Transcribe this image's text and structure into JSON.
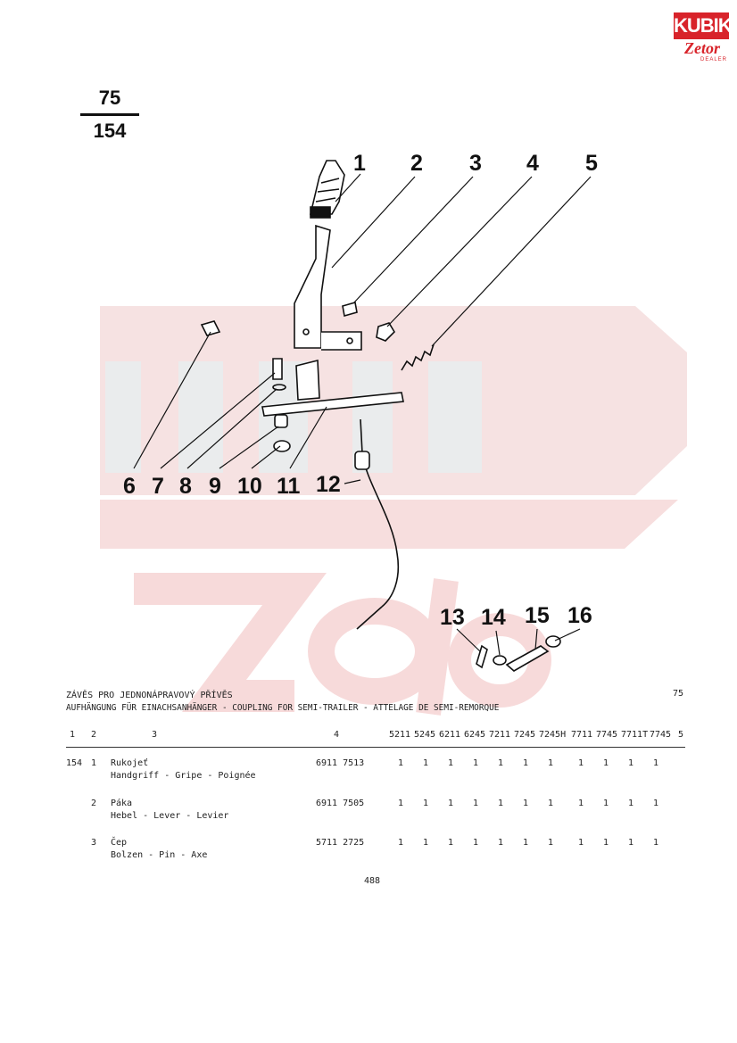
{
  "logo": {
    "brand_top": "KUBIK",
    "brand_bottom": "Zetor",
    "brand_sub": "DEALER"
  },
  "figure": {
    "number": "75",
    "page_ref": "154"
  },
  "callouts": [
    "1",
    "2",
    "3",
    "4",
    "5",
    "6",
    "7",
    "8",
    "9",
    "10",
    "11",
    "12",
    "13",
    "14",
    "15",
    "16"
  ],
  "section": {
    "title": "ZÁVĚS PRO JEDNONÁPRAVOVÝ PŘÍVĚS",
    "subtitle": "AUFHÄNGUNG FÜR EINACHSANHÄNGER - COUPLING FOR SEMI-TRAILER - ATTELAGE DE SEMI-REMORQUE",
    "figure_code": "75"
  },
  "table": {
    "columns": [
      "1",
      "2",
      "3",
      "4",
      "5211",
      "5245",
      "6211",
      "6245",
      "7211",
      "7245",
      "7245H",
      "7711",
      "7745",
      "7711T",
      "7745",
      "5"
    ],
    "rows": [
      {
        "page": "154",
        "pos": "1",
        "name": "Rukojeť",
        "name_translations": "Handgriff - Gripe - Poignée",
        "part_no": "6911 7513",
        "qty": [
          "1",
          "1",
          "1",
          "1",
          "1",
          "1",
          "1",
          "1",
          "1",
          "1",
          "1"
        ]
      },
      {
        "page": "",
        "pos": "2",
        "name": "Páka",
        "name_translations": "Hebel - Lever - Levier",
        "part_no": "6911 7505",
        "qty": [
          "1",
          "1",
          "1",
          "1",
          "1",
          "1",
          "1",
          "1",
          "1",
          "1",
          "1"
        ]
      },
      {
        "page": "",
        "pos": "3",
        "name": "Čep",
        "name_translations": "Bolzen - Pin - Axe",
        "part_no": "5711 2725",
        "qty": [
          "1",
          "1",
          "1",
          "1",
          "1",
          "1",
          "1",
          "1",
          "1",
          "1",
          "1"
        ]
      }
    ]
  },
  "page_number": "488",
  "colors": {
    "logo_red": "#d8232a",
    "watermark_red": "#f4d3d3",
    "watermark_grey": "#e9ecef",
    "ink": "#111111"
  }
}
